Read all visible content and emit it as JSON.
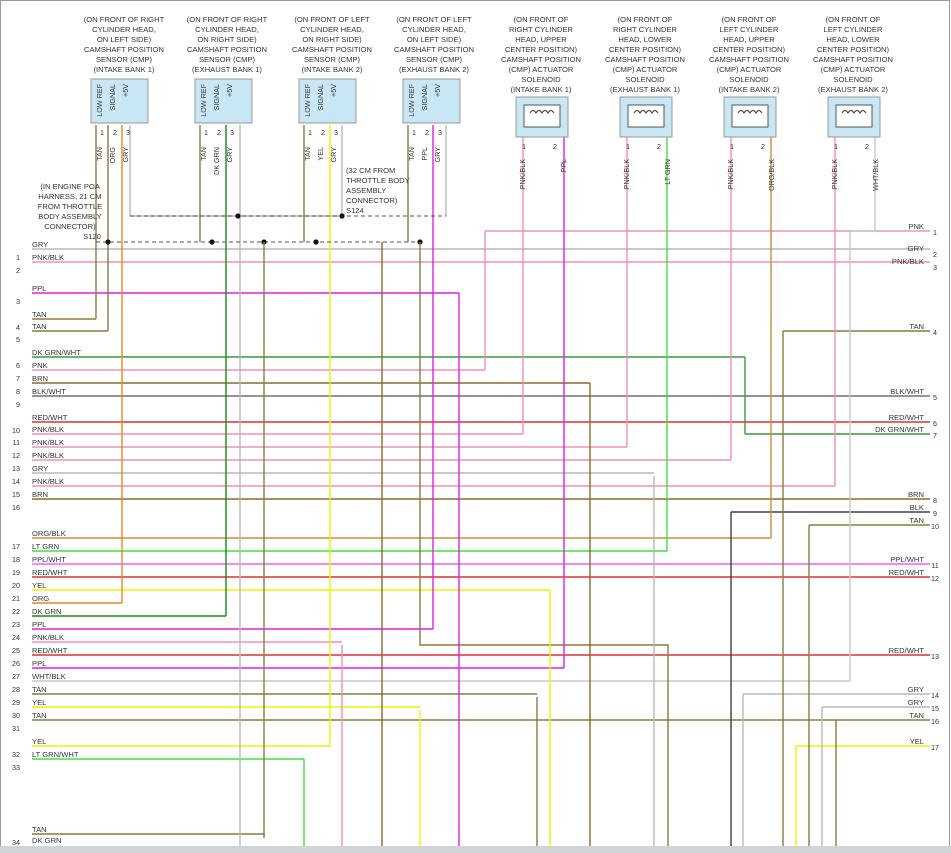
{
  "headers": [
    {
      "lines": [
        "(ON FRONT OF RIGHT",
        "CYLINDER HEAD,",
        "ON LEFT SIDE)",
        "CAMSHAFT POSITION",
        "SENSOR (CMP)",
        "(INTAKE BANK 1)"
      ]
    },
    {
      "lines": [
        "(ON FRONT OF RIGHT",
        "CYLINDER HEAD,",
        "ON RIGHT SIDE)",
        "CAMSHAFT POSITION",
        "SENSOR (CMP)",
        "(EXHAUST BANK 1)"
      ]
    },
    {
      "lines": [
        "(ON FRONT OF LEFT",
        "CYLINDER HEAD,",
        "ON RIGHT SIDE)",
        "CAMSHAFT POSITION",
        "SENSOR (CMP)",
        "(INTAKE BANK 2)"
      ]
    },
    {
      "lines": [
        "(ON FRONT OF LEFT",
        "CYLINDER HEAD,",
        "ON LEFT SIDE)",
        "CAMSHAFT POSITION",
        "SENSOR (CMP)",
        "(EXHAUST BANK 2)"
      ]
    },
    {
      "lines": [
        "(ON FRONT OF",
        "RIGHT CYLINDER",
        "HEAD, UPPER",
        "CENTER POSITION)",
        "CAMSHAFT POSITION",
        "(CMP) ACTUATOR",
        "SOLENOID",
        "(INTAKE BANK 1)"
      ]
    },
    {
      "lines": [
        "(ON FRONT OF",
        "RIGHT CYLINDER",
        "HEAD, LOWER",
        "CENTER POSITION)",
        "CAMSHAFT POSITION",
        "(CMP) ACTUATOR",
        "SOLENOID",
        "(EXHAUST BANK 1)"
      ]
    },
    {
      "lines": [
        "(ON FRONT OF",
        "LEFT CYLINDER",
        "HEAD, UPPER",
        "CENTER POSITION)",
        "CAMSHAFT POSITION",
        "(CMP) ACTUATOR",
        "SOLENOID",
        "(INTAKE BANK 2)"
      ]
    },
    {
      "lines": [
        "(ON FRONT OF",
        "LEFT CYLINDER",
        "HEAD, LOWER",
        "CENTER POSITION)",
        "CAMSHAFT POSITION",
        "(CMP) ACTUATOR",
        "SOLENOID",
        "(EXHAUST BANK 2)"
      ]
    }
  ],
  "sensor_pins": [
    "LOW REF",
    "SIGNAL",
    "+5V"
  ],
  "sensors": [
    {
      "wires": [
        "TAN",
        "ORG",
        "GRY"
      ]
    },
    {
      "wires": [
        "TAN",
        "DK GRN",
        "GRY"
      ]
    },
    {
      "wires": [
        "TAN",
        "YEL",
        "GRY"
      ]
    },
    {
      "wires": [
        "TAN",
        "PPL",
        "GRY"
      ]
    }
  ],
  "solenoids": [
    {
      "wires": [
        "PNK/BLK",
        "PPL"
      ]
    },
    {
      "wires": [
        "PNK/BLK",
        "LT GRN"
      ]
    },
    {
      "wires": [
        "PNK/BLK",
        "ORG/BLK"
      ]
    },
    {
      "wires": [
        "PNK/BLK",
        "WHT/BLK"
      ]
    }
  ],
  "splices": {
    "s120": {
      "lines": [
        "(IN ENGINE POA",
        "HARNESS, 21 CM",
        "FROM THROTTLE",
        "BODY ASSEMBLY",
        "CONNECTOR)",
        "S120"
      ]
    },
    "s124": {
      "lines": [
        "(32 CM FROM",
        "THROTTLE BODY",
        "ASSEMBLY",
        "CONNECTOR)",
        "S124"
      ]
    }
  },
  "left_connector": [
    {
      "pin": "1",
      "label": "GRY"
    },
    {
      "pin": "2",
      "label": "PNK/BLK"
    },
    {
      "pin": "3",
      "label": "PPL"
    },
    {
      "pin": "4",
      "label": "TAN"
    },
    {
      "pin": "5",
      "label": "TAN"
    },
    {
      "pin": "6",
      "label": "DK GRN/WHT"
    },
    {
      "pin": "7",
      "label": "PNK"
    },
    {
      "pin": "8",
      "label": "BRN"
    },
    {
      "pin": "9",
      "label": "BLK/WHT"
    },
    {
      "pin": "10",
      "label": "RED/WHT"
    },
    {
      "pin": "11",
      "label": "PNK/BLK"
    },
    {
      "pin": "12",
      "label": "PNK/BLK"
    },
    {
      "pin": "13",
      "label": "PNK/BLK"
    },
    {
      "pin": "14",
      "label": "GRY"
    },
    {
      "pin": "15",
      "label": "PNK/BLK"
    },
    {
      "pin": "16",
      "label": "BRN"
    },
    {
      "pin": "17",
      "label": "ORG/BLK"
    },
    {
      "pin": "18",
      "label": "LT GRN"
    },
    {
      "pin": "19",
      "label": "PPL/WHT"
    },
    {
      "pin": "20",
      "label": "RED/WHT"
    },
    {
      "pin": "21",
      "label": "YEL"
    },
    {
      "pin": "22",
      "label": "ORG"
    },
    {
      "pin": "23",
      "label": "DK GRN"
    },
    {
      "pin": "24",
      "label": "PPL"
    },
    {
      "pin": "25",
      "label": "PNK/BLK"
    },
    {
      "pin": "26",
      "label": "RED/WHT"
    },
    {
      "pin": "27",
      "label": "PPL"
    },
    {
      "pin": "28",
      "label": "WHT/BLK"
    },
    {
      "pin": "29",
      "label": "TAN"
    },
    {
      "pin": "30",
      "label": "YEL"
    },
    {
      "pin": "31",
      "label": "TAN"
    },
    {
      "pin": "32",
      "label": "YEL"
    },
    {
      "pin": "33",
      "label": "LT GRN/WHT"
    },
    {
      "pin": "34",
      "label": "TAN"
    },
    {
      "pin": "",
      "label": "DK GRN"
    }
  ],
  "right_connector": [
    {
      "pin": "1",
      "label": "PNK"
    },
    {
      "pin": "2",
      "label": "GRY"
    },
    {
      "pin": "3",
      "label": "PNK/BLK"
    },
    {
      "pin": "4",
      "label": "TAN"
    },
    {
      "pin": "5",
      "label": "BLK/WHT"
    },
    {
      "pin": "6",
      "label": "RED/WHT"
    },
    {
      "pin": "7",
      "label": "DK GRN/WHT"
    },
    {
      "pin": "8",
      "label": "BRN"
    },
    {
      "pin": "9",
      "label": "BLK"
    },
    {
      "pin": "10",
      "label": "TAN"
    },
    {
      "pin": "11",
      "label": "PPL/WHT"
    },
    {
      "pin": "12",
      "label": "RED/WHT"
    },
    {
      "pin": "13",
      "label": "RED/WHT"
    },
    {
      "pin": "14",
      "label": "GRY"
    },
    {
      "pin": "15",
      "label": "GRY"
    },
    {
      "pin": "16",
      "label": "TAN"
    },
    {
      "pin": "17",
      "label": "YEL"
    }
  ],
  "colors": {
    "TAN": "#8b7a3e",
    "GRY": "#b8b8b8",
    "ORG": "#e08a1e",
    "DKGRN": "#1a8a1a",
    "YEL": "#f2f200",
    "PPL": "#e020e0",
    "PNK": "#f090b8",
    "LTGRN": "#40e040",
    "BRN": "#8a6a2a",
    "RED": "#e03030",
    "BLK": "#404040",
    "BLKWHT": "#707070",
    "DKGRNWHT": "#3a9a3a",
    "ORGBLK": "#c8903a",
    "WHTBLK": "#c8c8c8",
    "PPLWHT": "#f060f0",
    "BOX": "#c8e6f4",
    "BORDER": "#999999"
  }
}
